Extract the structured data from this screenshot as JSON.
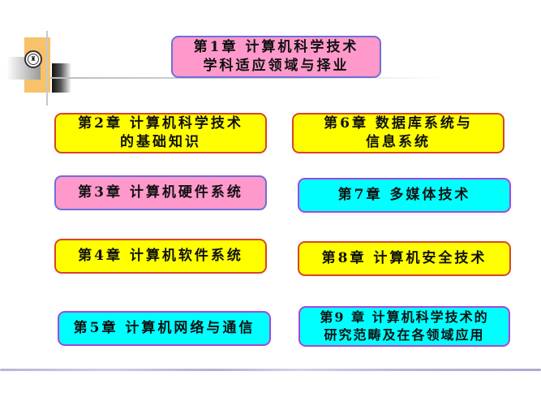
{
  "header_logo": {
    "emblem_glyph": "♜"
  },
  "chapters": [
    {
      "id": "ch1",
      "color": "pink",
      "lines": [
        "第1章 计算机科学技术",
        "学科适应领域与择业"
      ]
    },
    {
      "id": "ch2",
      "color": "yellow",
      "lines": [
        "第2章 计算机科学技术",
        "的基础知识"
      ]
    },
    {
      "id": "ch3",
      "color": "pink",
      "lines": [
        "第3章 计算机硬件系统"
      ]
    },
    {
      "id": "ch4",
      "color": "yellow",
      "lines": [
        "第4章 计算机软件系统"
      ]
    },
    {
      "id": "ch5",
      "color": "cyan",
      "lines": [
        "第5章 计算机网络与通信"
      ]
    },
    {
      "id": "ch6",
      "color": "yellow",
      "lines": [
        "第6章 数据库系统与",
        "信息系统"
      ]
    },
    {
      "id": "ch7",
      "color": "cyan",
      "lines": [
        "第7章 多媒体技术"
      ]
    },
    {
      "id": "ch8",
      "color": "yellow",
      "lines": [
        "第8章 计算机安全技术"
      ]
    },
    {
      "id": "ch9",
      "color": "cyan",
      "lines": [
        "第9 章 计算机科学技术的",
        "研究范畴及在各领域应用"
      ]
    }
  ],
  "colors": {
    "pink_fill": "#ff99cc",
    "pink_border": "#6f6fd6",
    "yellow_fill": "#ffff00",
    "yellow_border": "#d6462a",
    "cyan_fill": "#00ffff",
    "cyan_border": "#a746d8",
    "decor_orange": "#f7c26a",
    "footer_line": "#b9b6d6"
  }
}
